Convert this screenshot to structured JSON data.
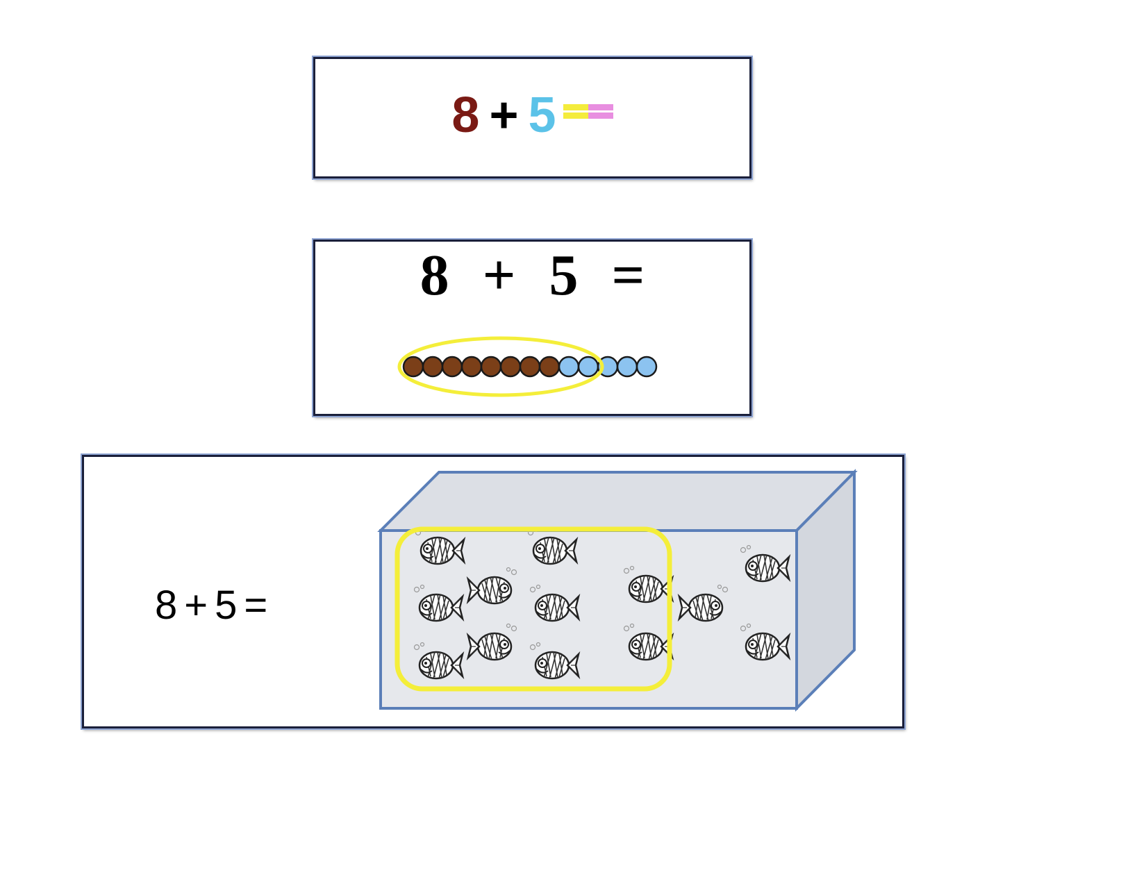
{
  "colored_equation": {
    "addend1": "8",
    "operator": "+",
    "addend2": "5",
    "equals_colors": [
      "#f4ec3c",
      "#e88ee0"
    ],
    "addend1_color": "#7a1a14",
    "addend2_color": "#5bc2e8"
  },
  "bead_equation": {
    "addend1": "8",
    "operator": "+",
    "addend2": "5",
    "equals": "=",
    "bead_counts": {
      "brown": 8,
      "blue": 5
    },
    "circled_count": 10,
    "bead_colors": {
      "brown": "#7b3f18",
      "blue": "#8cc3f0",
      "outline": "#1a1a1a",
      "circle": "#f4ee3a"
    }
  },
  "fish_equation": {
    "addend1": "8",
    "operator": "+",
    "addend2": "5",
    "equals": "=",
    "fish_total": 13,
    "fish_circled": 10,
    "box_colors": {
      "front": "#e6e8ec",
      "top": "#dcdfe5",
      "side": "#d3d7de",
      "edge": "#5b7fb8",
      "circle": "#f4ee3a"
    }
  }
}
